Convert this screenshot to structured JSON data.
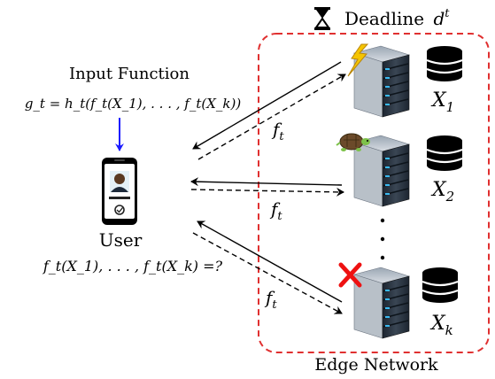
{
  "deadline": {
    "label": "Deadline",
    "symbol": "d",
    "superscript": "t"
  },
  "input_function": {
    "title": "Input Function",
    "formula": "g_t = h_t(f_t(X_1), . . . , f_t(X_k))"
  },
  "user": {
    "label": "User",
    "query": "f_t(X_1), . . . , f_t(X_k) =?"
  },
  "edge_network": {
    "label": "Edge Network"
  },
  "servers": [
    {
      "status_icon": "lightning-icon",
      "dataset_base": "X",
      "dataset_sub": "1"
    },
    {
      "status_icon": "turtle-icon",
      "dataset_base": "X",
      "dataset_sub": "2"
    },
    {
      "status_icon": "failure-cross-icon",
      "dataset_base": "X",
      "dataset_sub": "k"
    }
  ],
  "function_labels": [
    {
      "base": "f",
      "sub": "t"
    },
    {
      "base": "f",
      "sub": "t"
    },
    {
      "base": "f",
      "sub": "t"
    }
  ],
  "colors": {
    "boundary": "#e03030",
    "input_arrow": "#1a1aff",
    "cross": "#ee1111",
    "lightning": "#f5c400"
  }
}
